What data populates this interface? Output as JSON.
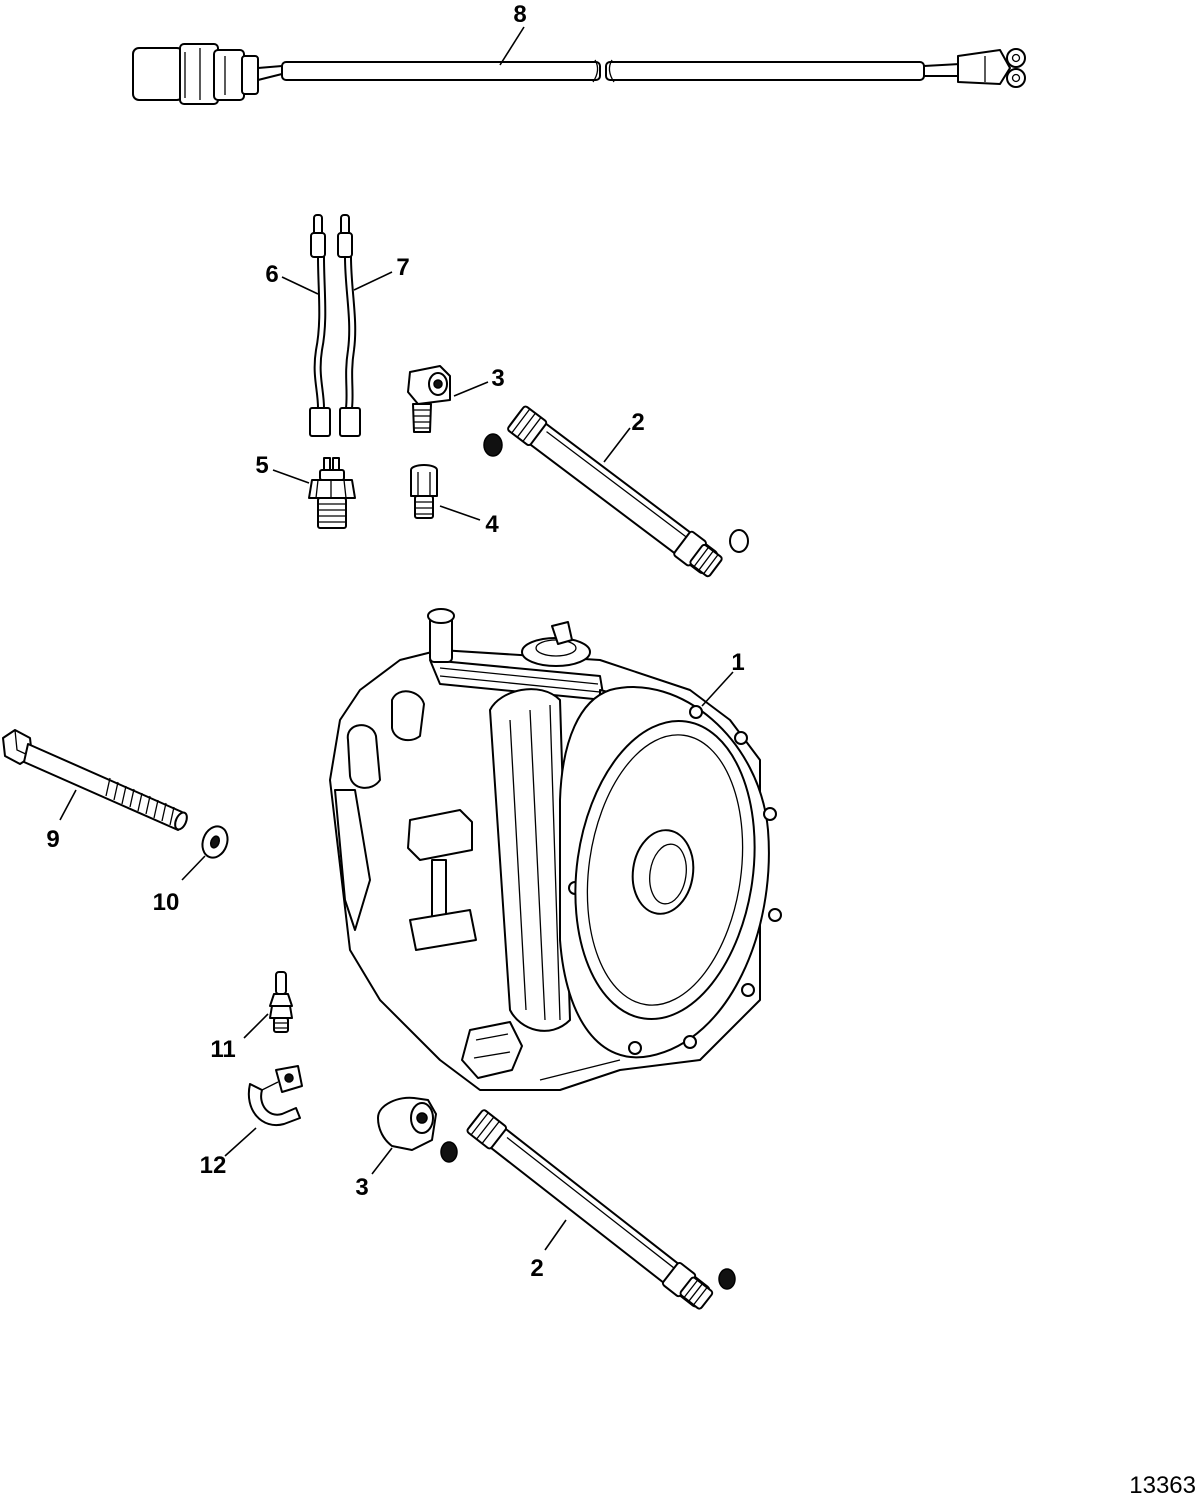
{
  "diagram": {
    "figure_number": "13363",
    "callouts": {
      "c8": "8",
      "c6": "6",
      "c7": "7",
      "c3_top": "3",
      "c2_top": "2",
      "c5": "5",
      "c4": "4",
      "c1": "1",
      "c9": "9",
      "c10": "10",
      "c11": "11",
      "c12": "12",
      "c3_bottom": "3",
      "c2_bottom": "2"
    }
  }
}
